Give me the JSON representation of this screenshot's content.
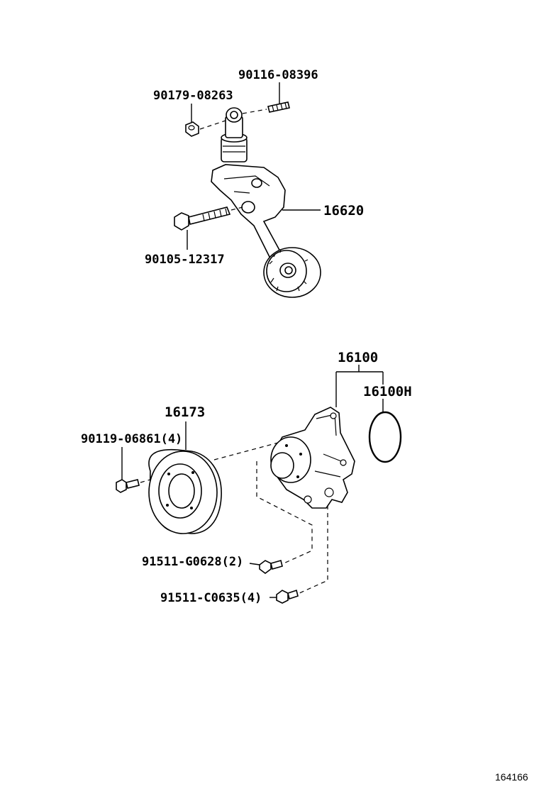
{
  "labels": {
    "p90116_08396": "90116-08396",
    "p90179_08263": "90179-08263",
    "p16620": "16620",
    "p90105_12317": "90105-12317",
    "p16100": "16100",
    "p16100H": "16100H",
    "p16173": "16173",
    "p90119_06861": "90119-06861(4)",
    "p91511_G0628": "91511-G0628(2)",
    "p91511_C0635": "91511-C0635(4)"
  },
  "figure_ref": "164166"
}
